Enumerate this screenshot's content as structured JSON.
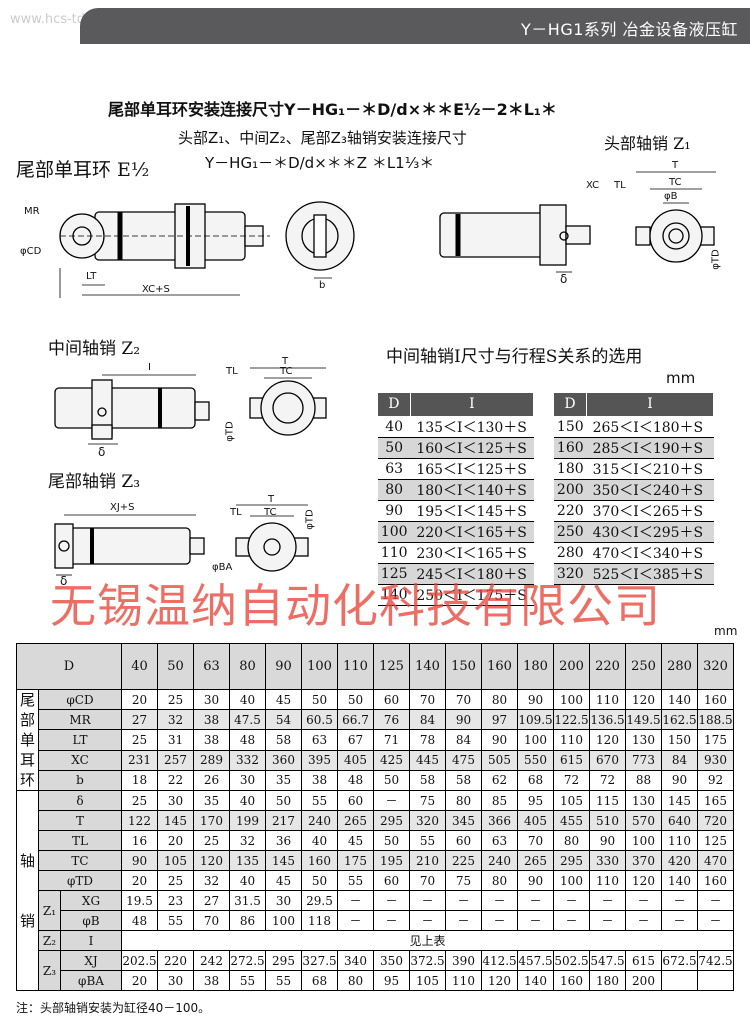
{
  "header": {
    "title": "Y－HG1系列  冶金设备液压缸",
    "watermark": "www.hcs-tda.cn"
  },
  "formulas": {
    "line1": "尾部单耳环安装连接尺寸Y－HG₁－＊D/d×＊＊E½－2＊L₁＊",
    "line2": "头部Z₁、中间Z₂、尾部Z₃轴销安装连接尺寸",
    "line3": "Y－HG₁－＊D/d×＊＊Z  ＊L1⅓＊"
  },
  "labels": {
    "head_pin": "头部轴销  Z₁",
    "tail_ring": "尾部单耳环  E½",
    "mid_pin": "中间轴销  Z₂",
    "tail_pin": "尾部轴销  Z₃",
    "selection_title": "中间轴销I尺寸与行程S关系的选用",
    "unit_mm": "mm"
  },
  "dim_labels": {
    "mr": "MR",
    "cd": "φCD",
    "lt": "LT",
    "xcs": "XC+S",
    "b": "b",
    "xc": "XC",
    "tl": "TL",
    "t": "T",
    "tc": "TC",
    "phib": "φB",
    "delta": "δ",
    "td": "φTD",
    "i": "I",
    "xjs": "XJ+S",
    "ba": "φBA"
  },
  "selection": {
    "headers": [
      "D",
      "I"
    ],
    "left": [
      [
        "40",
        "135＜I＜130＋S"
      ],
      [
        "50",
        "160＜I＜125＋S"
      ],
      [
        "63",
        "165＜I＜125＋S"
      ],
      [
        "80",
        "180＜I＜140＋S"
      ],
      [
        "90",
        "195＜I＜145＋S"
      ],
      [
        "100",
        "220＜I＜165＋S"
      ],
      [
        "110",
        "230＜I＜165＋S"
      ],
      [
        "125",
        "245＜I＜180＋S"
      ],
      [
        "140",
        "250＜I＜175＋S"
      ]
    ],
    "right": [
      [
        "150",
        "265＜I＜180＋S"
      ],
      [
        "160",
        "285＜I＜190＋S"
      ],
      [
        "180",
        "315＜I＜210＋S"
      ],
      [
        "200",
        "350＜I＜240＋S"
      ],
      [
        "220",
        "370＜I＜265＋S"
      ],
      [
        "250",
        "430＜I＜295＋S"
      ],
      [
        "280",
        "470＜I＜340＋S"
      ],
      [
        "320",
        "525＜I＜385＋S"
      ]
    ]
  },
  "company_watermark": "无锡温纳自动化科技有限公司",
  "main_table": {
    "d_label": "D",
    "d_values": [
      "40",
      "50",
      "63",
      "80",
      "90",
      "100",
      "110",
      "125",
      "140",
      "150",
      "160",
      "180",
      "200",
      "220",
      "250",
      "280",
      "320"
    ],
    "tail_ring_section": "尾部单耳环",
    "pin_section": "轴销",
    "tail_ring_rows": [
      {
        "label": "φCD",
        "values": [
          "20",
          "25",
          "30",
          "40",
          "45",
          "50",
          "50",
          "60",
          "70",
          "70",
          "80",
          "90",
          "100",
          "110",
          "120",
          "140",
          "160"
        ]
      },
      {
        "label": "MR",
        "values": [
          "27",
          "32",
          "38",
          "47.5",
          "54",
          "60.5",
          "66.7",
          "76",
          "84",
          "90",
          "97",
          "109.5",
          "122.5",
          "136.5",
          "149.5",
          "162.5",
          "188.5"
        ]
      },
      {
        "label": "LT",
        "values": [
          "25",
          "31",
          "38",
          "48",
          "58",
          "63",
          "67",
          "71",
          "78",
          "84",
          "90",
          "100",
          "110",
          "120",
          "130",
          "150",
          "175"
        ]
      },
      {
        "label": "XC",
        "values": [
          "231",
          "257",
          "289",
          "332",
          "360",
          "395",
          "405",
          "425",
          "445",
          "475",
          "505",
          "550",
          "615",
          "670",
          "773",
          "84",
          "930"
        ]
      },
      {
        "label": "b",
        "values": [
          "18",
          "22",
          "26",
          "30",
          "35",
          "38",
          "48",
          "50",
          "58",
          "58",
          "62",
          "68",
          "72",
          "72",
          "88",
          "90",
          "92"
        ]
      }
    ],
    "pin_rows": [
      {
        "label": "δ",
        "values": [
          "25",
          "30",
          "35",
          "40",
          "50",
          "55",
          "60",
          "－",
          "75",
          "80",
          "85",
          "95",
          "105",
          "115",
          "130",
          "145",
          "165"
        ]
      },
      {
        "label": "T",
        "values": [
          "122",
          "145",
          "170",
          "199",
          "217",
          "240",
          "265",
          "295",
          "320",
          "345",
          "366",
          "405",
          "455",
          "510",
          "570",
          "640",
          "720"
        ]
      },
      {
        "label": "TL",
        "values": [
          "16",
          "20",
          "25",
          "32",
          "36",
          "40",
          "45",
          "50",
          "55",
          "60",
          "63",
          "70",
          "80",
          "90",
          "100",
          "110",
          "125"
        ]
      },
      {
        "label": "TC",
        "values": [
          "90",
          "105",
          "120",
          "135",
          "145",
          "160",
          "175",
          "195",
          "210",
          "225",
          "240",
          "265",
          "295",
          "330",
          "370",
          "420",
          "470"
        ]
      },
      {
        "label": "φTD",
        "values": [
          "20",
          "25",
          "32",
          "40",
          "45",
          "50",
          "55",
          "60",
          "70",
          "75",
          "80",
          "90",
          "100",
          "110",
          "120",
          "140",
          "160"
        ]
      }
    ],
    "z1_label": "Z₁",
    "z1_rows": [
      {
        "label": "XG",
        "values": [
          "19.5",
          "23",
          "27",
          "31.5",
          "30",
          "29.5",
          "－",
          "－",
          "－",
          "－",
          "－",
          "－",
          "－",
          "－",
          "－",
          "－",
          "－"
        ]
      },
      {
        "label": "φB",
        "values": [
          "48",
          "55",
          "70",
          "86",
          "100",
          "118",
          "－",
          "－",
          "－",
          "－",
          "－",
          "－",
          "－",
          "－",
          "－",
          "－",
          "－"
        ]
      }
    ],
    "z2_label": "Z₂",
    "z2_row": {
      "label": "I",
      "text": "见上表"
    },
    "z3_label": "Z₃",
    "z3_rows": [
      {
        "label": "XJ",
        "values": [
          "202.5",
          "220",
          "242",
          "272.5",
          "295",
          "327.5",
          "340",
          "350",
          "372.5",
          "390",
          "412.5",
          "457.5",
          "502.5",
          "547.5",
          "615",
          "672.5",
          "742.5"
        ]
      },
      {
        "label": "φBA",
        "values": [
          "20",
          "30",
          "38",
          "55",
          "55",
          "68",
          "80",
          "95",
          "105",
          "110",
          "120",
          "140",
          "160",
          "180",
          "200"
        ]
      }
    ]
  },
  "note": "注：头部轴销安装为缸径40－100。"
}
